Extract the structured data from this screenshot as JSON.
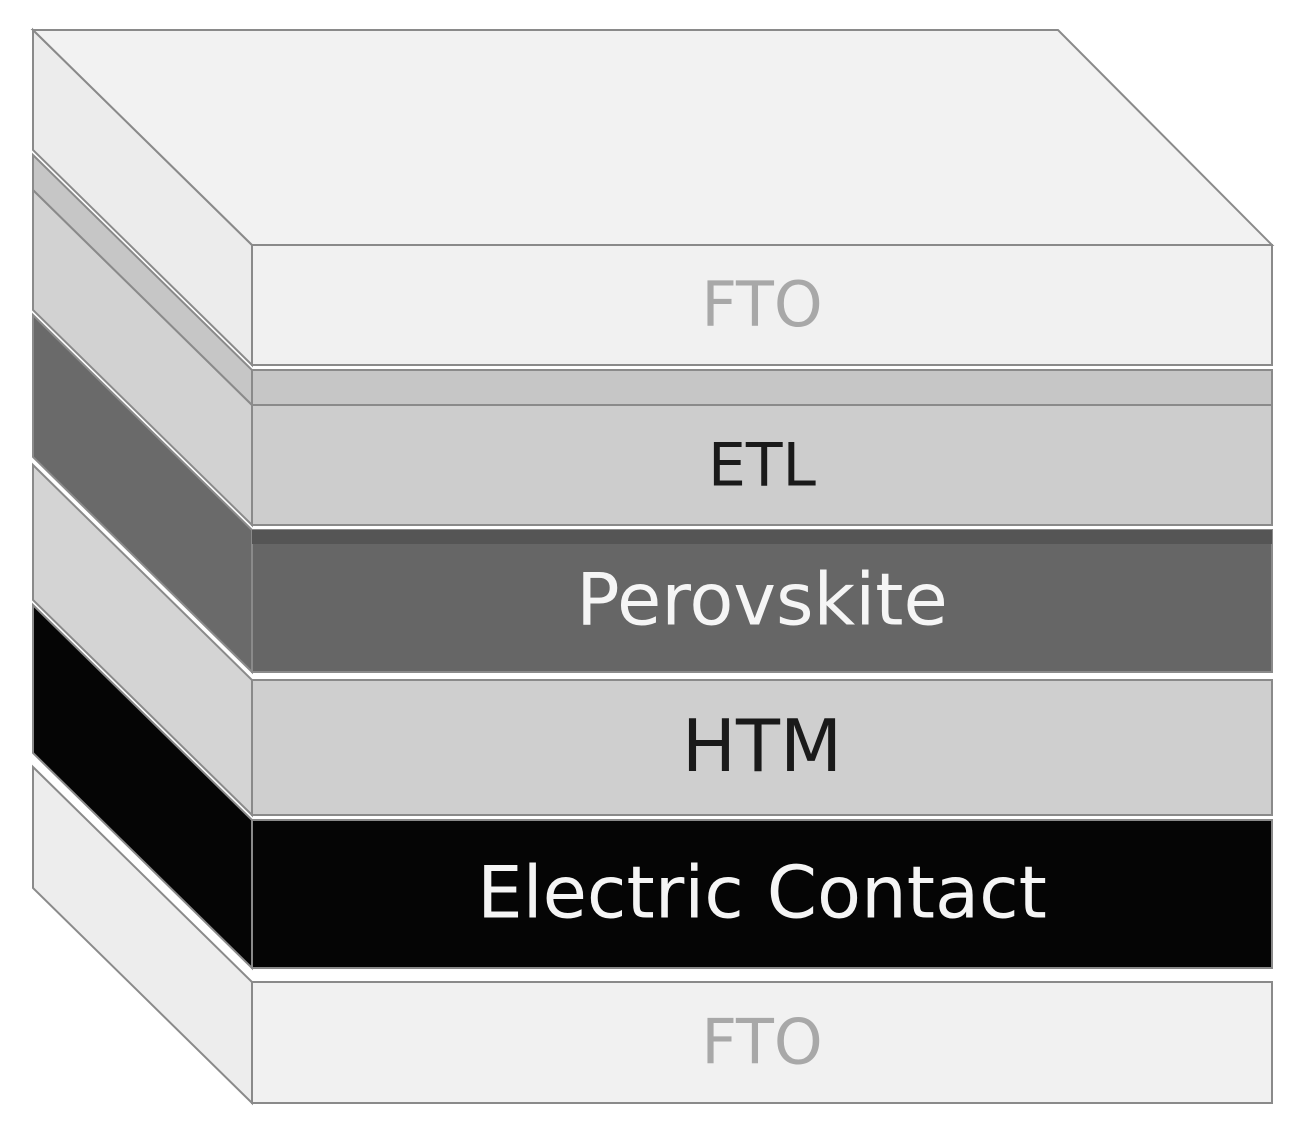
{
  "layers": [
    {
      "id": "fto-top",
      "label": "FTO",
      "fill": "#f1f1f1",
      "side": "#ececec",
      "text": "#a8a8a8"
    },
    {
      "id": "etl",
      "label": "ETL",
      "fill": "#cdcdcd",
      "side": "#d2d2d2",
      "text": "#1a1a1a"
    },
    {
      "id": "perovskite",
      "label": "Perovskite",
      "fill": "#666666",
      "side": "#6a6a6a",
      "text": "#f5f5f5"
    },
    {
      "id": "htm",
      "label": "HTM",
      "fill": "#cfcfcf",
      "side": "#d4d4d4",
      "text": "#1a1a1a"
    },
    {
      "id": "electric-contact",
      "label": "Electric Contact",
      "fill": "#050505",
      "side": "#050505",
      "text": "#f5f5f5"
    },
    {
      "id": "fto-bottom",
      "label": "FTO",
      "fill": "#f1f1f1",
      "side": "#ededed",
      "text": "#a8a8a8"
    }
  ]
}
